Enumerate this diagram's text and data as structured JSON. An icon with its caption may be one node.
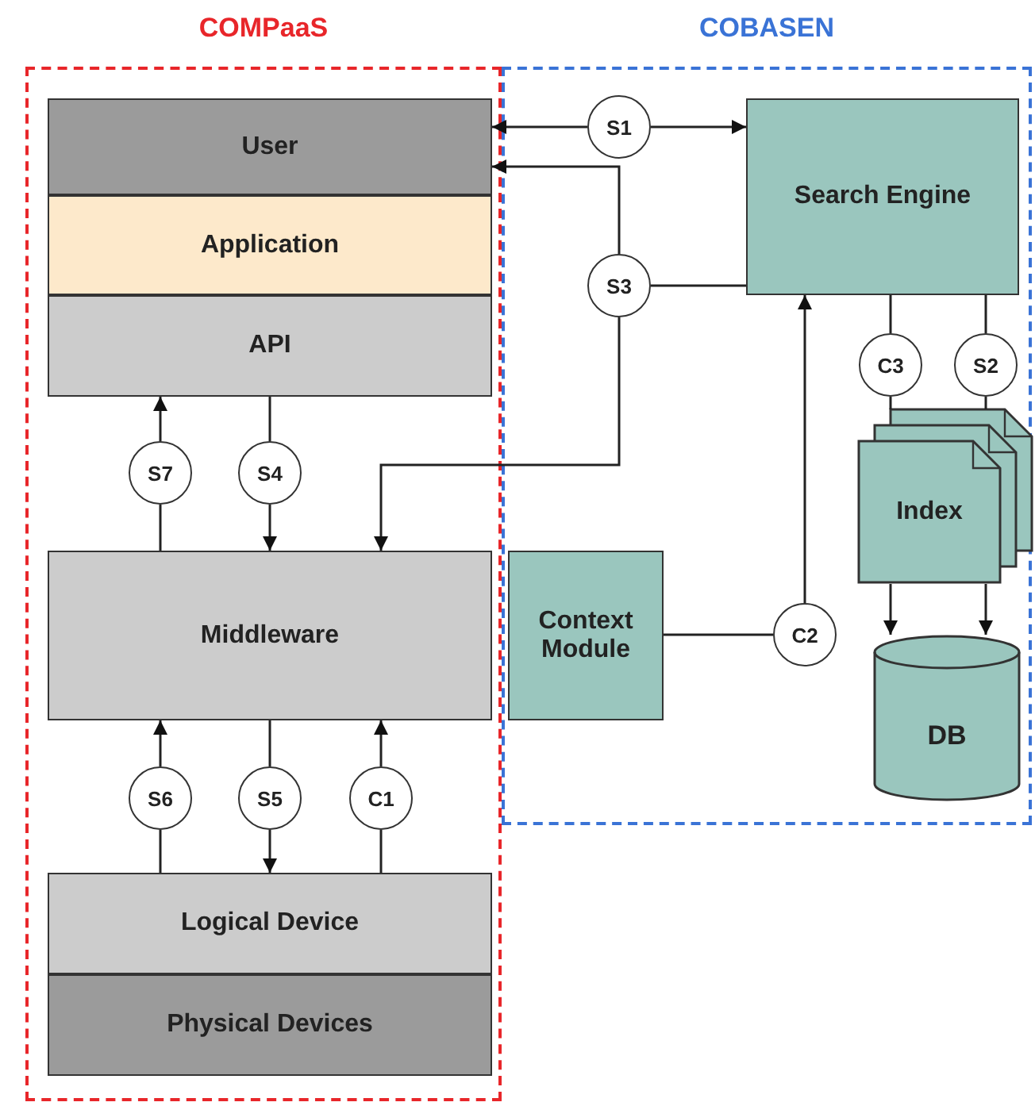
{
  "diagram": {
    "nodes": [
      {
        "text": [
          "COMPaaS"
        ]
      },
      {
        "text": [
          "User"
        ],
        "in": 0
      },
      {
        "text": [
          "Application"
        ],
        "in": 0
      },
      {
        "text": [
          "API"
        ],
        "in": 0
      },
      {
        "text": [
          "Middleware"
        ],
        "in": 0
      },
      {
        "text": [
          "Logical Device"
        ],
        "in": 0
      },
      {
        "text": [
          "Physical Devices"
        ],
        "in": 0
      },
      {
        "text": [
          "COBASEN"
        ]
      },
      {
        "text": [
          "Search Engine"
        ],
        "in": 7
      },
      {
        "text": [
          "Context Module"
        ],
        "in": 7
      },
      {
        "text": [
          "Index"
        ],
        "in": 7
      },
      {
        "text": [
          "DB"
        ],
        "in": 7
      },
      {
        "text": [
          "S1"
        ],
        "in": 7
      },
      {
        "text": [
          "S3"
        ],
        "in": 7
      },
      {
        "text": [
          "C3"
        ],
        "in": 7
      },
      {
        "text": [
          "S2"
        ],
        "in": 7
      },
      {
        "text": [
          "C2"
        ],
        "in": 7
      },
      {
        "text": [
          "S7"
        ],
        "in": 0
      },
      {
        "text": [
          "S4"
        ],
        "in": 0
      },
      {
        "text": [
          "S6"
        ],
        "in": 0
      },
      {
        "text": [
          "S5"
        ],
        "in": 0
      },
      {
        "text": [
          "C1"
        ],
        "in": 0
      }
    ],
    "edges": [
      {
        "from": 12,
        "to": 1,
        "arrow": "to"
      },
      {
        "from": 12,
        "to": 8,
        "arrow": "to"
      },
      {
        "from": 8,
        "to": 13,
        "arrow": "none"
      },
      {
        "from": 13,
        "to": 1,
        "arrow": "to"
      },
      {
        "from": 13,
        "to": 4,
        "arrow": "to"
      },
      {
        "from": 9,
        "to": 16,
        "arrow": "none"
      },
      {
        "from": 16,
        "to": 8,
        "arrow": "to"
      },
      {
        "from": 8,
        "to": 14,
        "arrow": "none"
      },
      {
        "from": 14,
        "to": 10,
        "arrow": "none"
      },
      {
        "from": 8,
        "to": 15,
        "arrow": "none"
      },
      {
        "from": 15,
        "to": 10,
        "arrow": "none"
      },
      {
        "from": 10,
        "to": 11,
        "arrow": "to"
      },
      {
        "from": 10,
        "to": 11,
        "arrow": "to"
      },
      {
        "from": 17,
        "to": 3,
        "arrow": "to"
      },
      {
        "from": 4,
        "to": 17,
        "arrow": "none"
      },
      {
        "from": 3,
        "to": 18,
        "arrow": "none"
      },
      {
        "from": 18,
        "to": 4,
        "arrow": "to"
      },
      {
        "from": 5,
        "to": 19,
        "arrow": "none"
      },
      {
        "from": 19,
        "to": 4,
        "arrow": "to"
      },
      {
        "from": 4,
        "to": 20,
        "arrow": "none"
      },
      {
        "from": 20,
        "to": 5,
        "arrow": "to"
      },
      {
        "from": 5,
        "to": 21,
        "arrow": "none"
      },
      {
        "from": 21,
        "to": 4,
        "arrow": "to"
      }
    ]
  }
}
